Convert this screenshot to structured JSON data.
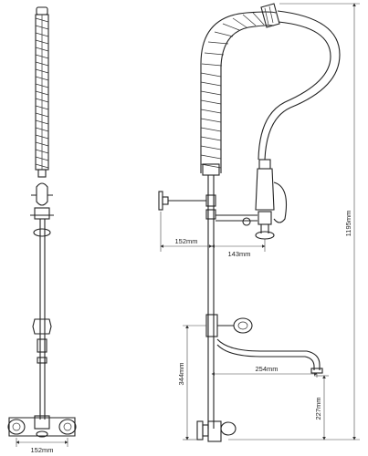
{
  "dimensions": {
    "front_base_width": "152mm",
    "side_wall_offset": "152mm",
    "side_spray_reach": "143mm",
    "spout_reach": "254mm",
    "total_height": "1195mm",
    "spout_height": "344mm",
    "base_height": "227mm"
  }
}
